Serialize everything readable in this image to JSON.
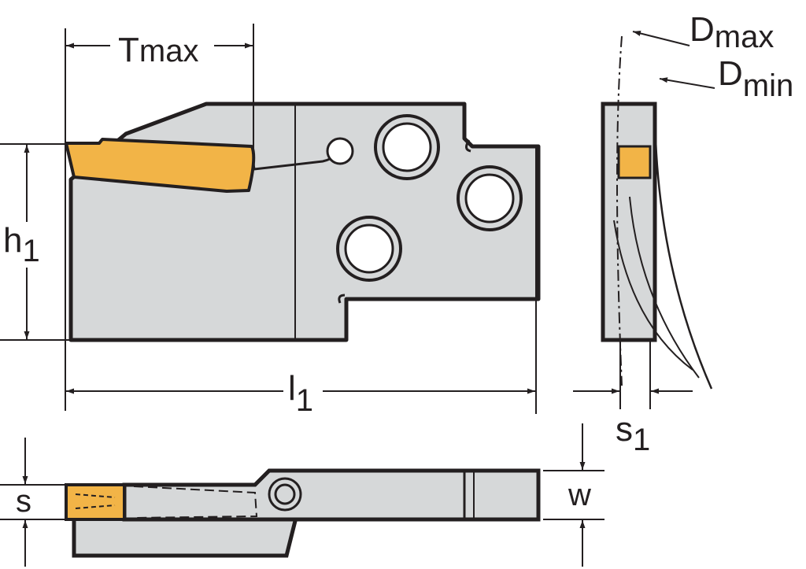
{
  "colors": {
    "line": "#231f20",
    "body_fill": "#d6d8d9",
    "insert_fill": "#f2b447",
    "background": "#ffffff"
  },
  "labels": {
    "tmax": {
      "base": "T",
      "sub": "max"
    },
    "dmax": {
      "base": "D",
      "sub": "max"
    },
    "dmin": {
      "base": "D",
      "sub": "min"
    },
    "h1": {
      "base": "h",
      "sub": "1"
    },
    "l1": {
      "base": "l",
      "sub": "1"
    },
    "s1": {
      "base": "s",
      "sub": "1"
    },
    "s": {
      "base": "s"
    },
    "w": {
      "base": "w"
    }
  }
}
